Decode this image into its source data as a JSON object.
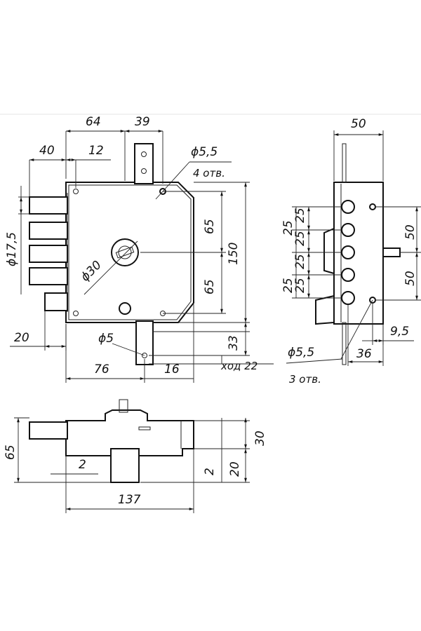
{
  "front_view": {
    "w64": "64",
    "w39": "39",
    "w40": "40",
    "w12": "12",
    "d55_holes": "ϕ5,5",
    "holes4": "4 отв.",
    "d175": "ϕ17,5",
    "d30": "ϕ30",
    "h65a": "65",
    "h65b": "65",
    "h150": "150",
    "w20": "20",
    "d5": "ϕ5",
    "h33": "33",
    "w76": "76",
    "w16": "16",
    "stroke22": "ход 22"
  },
  "side_view": {
    "w50": "50",
    "pitch": [
      "25",
      "25",
      "25",
      "25",
      "25",
      "25"
    ],
    "r50a": "50",
    "r50b": "50",
    "w95": "9,5",
    "d55": "ϕ5,5",
    "w36": "36",
    "holes3": "3 отв."
  },
  "bottom_view": {
    "h65": "65",
    "w2": "2",
    "w137": "137",
    "h30": "30",
    "h20": "20",
    "h2": "2"
  }
}
